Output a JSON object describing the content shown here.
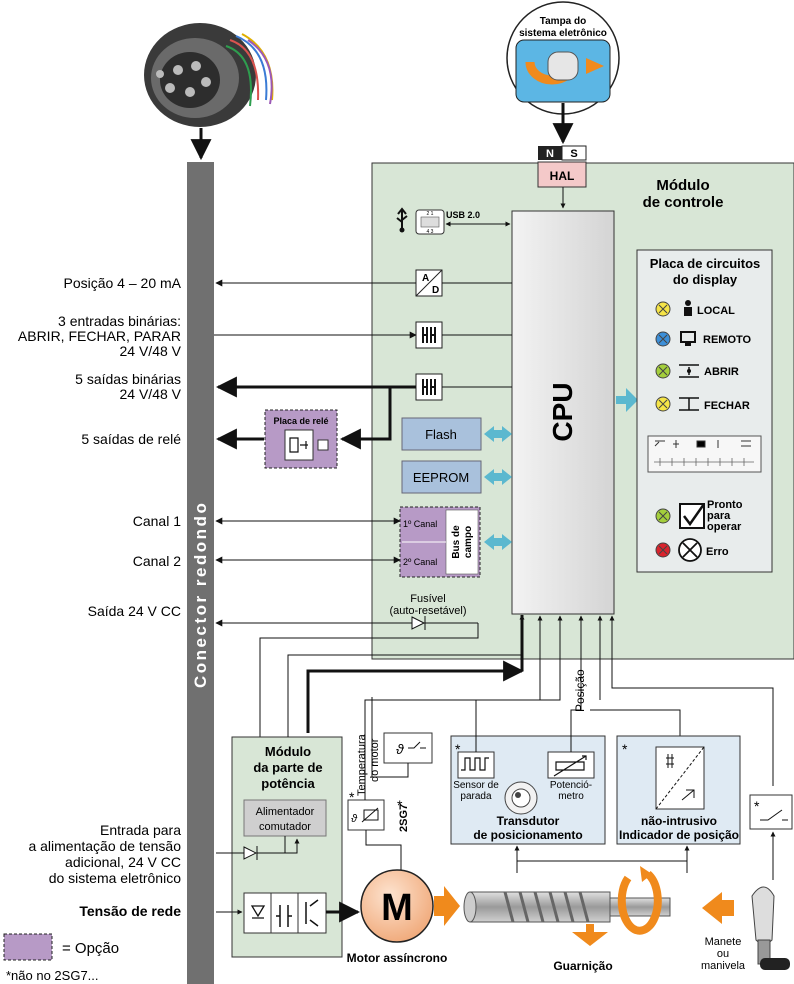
{
  "colors": {
    "module_fill": "#d8e6d6",
    "display_fill": "#e8ecec",
    "option_fill": "#b79ac6",
    "memory_fill": "#a9c1dc",
    "transducer_fill": "#dfeaf3",
    "motor_fill": "#f6c7a3",
    "arrow_orange": "#f08a1c",
    "arrow_cyan": "#5bb8cf",
    "connector_bar": "#707070"
  },
  "icons": [
    "cable-connector-image",
    "cover-knob-icon",
    "usb-icon",
    "cpu-block",
    "led-yellow",
    "led-blue",
    "led-green",
    "led-red",
    "person-icon",
    "monitor-icon",
    "close-icon",
    "checkbox-icon",
    "motor-icon",
    "worm-gear-image",
    "handwheel-icon"
  ],
  "connector": {
    "label": "Conector redondo"
  },
  "cover": {
    "label_line1": "Tampa do",
    "label_line2": "sistema eletrônico"
  },
  "magnet": {
    "n": "N",
    "s": "S"
  },
  "hal": {
    "label": "HAL"
  },
  "control_module": {
    "title_line1": "Módulo",
    "title_line2": "de controle"
  },
  "usb": {
    "label": "USB 2.0",
    "pins_top": "2   1",
    "pins_bottom": "4   3"
  },
  "cpu": {
    "label": "CPU"
  },
  "ad": {
    "a": "A",
    "d": "D"
  },
  "memory": {
    "flash": "Flash",
    "eeprom": "EEPROM"
  },
  "fieldbus": {
    "channel1": "1º Canal",
    "channel2": "2º Canal",
    "bus_line1": "Bus de",
    "bus_line2": "campo"
  },
  "relay_board": {
    "label": "Placa de relé"
  },
  "signals": {
    "position": "Posição 4 – 20 mA",
    "inputs_line1": "3 entradas binárias:",
    "inputs_line2": "ABRIR, FECHAR, PARAR",
    "inputs_line3": "24 V/48 V",
    "outputs_line1": "5 saídas binárias",
    "outputs_line2": "24 V/48 V",
    "relay_outputs": "5 saídas de relé",
    "channel1": "Canal 1",
    "channel2": "Canal 2",
    "dc_output": "Saída 24 V CC",
    "aux_line1": "Entrada para",
    "aux_line2": "a alimentação de tensão",
    "aux_line3": "adicional, 24 V CC",
    "aux_line4": "do sistema eletrônico",
    "mains": "Tensão de rede"
  },
  "fuse": {
    "line1": "Fusível",
    "line2": "(auto-resetável)"
  },
  "display_board": {
    "title_line1": "Placa de circuitos",
    "title_line2": "do display",
    "local": "LOCAL",
    "remote": "REMOTO",
    "open": "ABRIR",
    "close": "FECHAR",
    "ready_line1": "Pronto",
    "ready_line2": "para",
    "ready_line3": "operar",
    "error": "Erro"
  },
  "power_module": {
    "title_line1": "Módulo",
    "title_line2": "da parte de",
    "title_line3": "potência",
    "supply_line1": "Alimentador",
    "supply_line2": "comutador"
  },
  "motor_temp": {
    "line1": "Temperatura",
    "line2": "do motor",
    "star": "*",
    "model": "2SG7"
  },
  "transducer": {
    "star": "*",
    "sensor_line1": "Sensor de",
    "sensor_line2": "parada",
    "pot_line1": "Potenció-",
    "pot_line2": "metro",
    "title_line1": "Transdutor",
    "title_line2": "de posicionamento"
  },
  "position_label": "Posição",
  "indicator": {
    "star": "*",
    "title_line1": "não-intrusivo",
    "title_line2": "Indicador de posição"
  },
  "switch_box": {
    "star": "*"
  },
  "motor": {
    "letter": "M",
    "label": "Motor assíncrono"
  },
  "trim": {
    "label": "Guarnição"
  },
  "handwheel": {
    "line1": "Manete",
    "line2": "ou",
    "line3": "manivela"
  },
  "legend": {
    "option": "= Opção",
    "note": "*não no 2SG7..."
  }
}
